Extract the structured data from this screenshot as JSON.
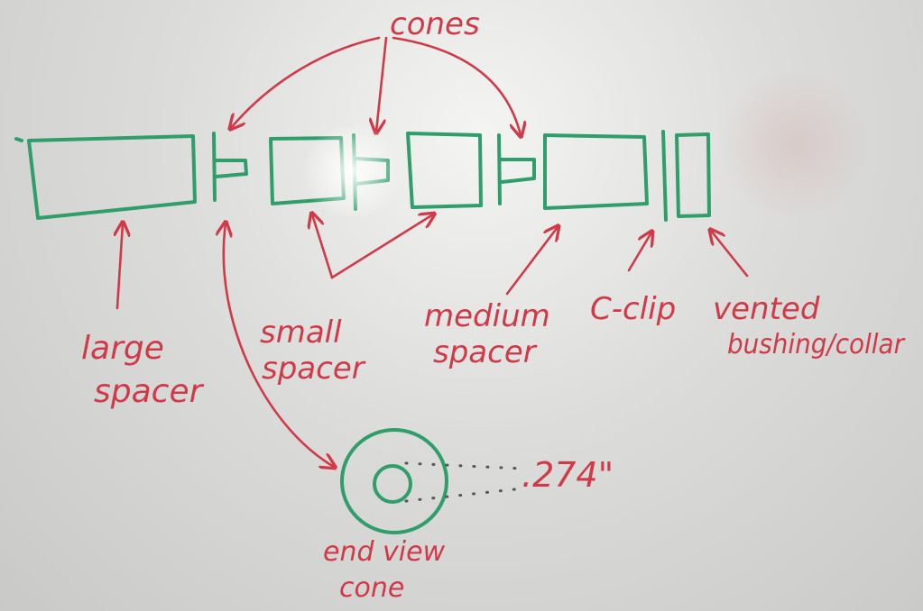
{
  "labels": {
    "cones": "cones",
    "large_spacer_1": "large",
    "large_spacer_2": "spacer",
    "small_spacer_1": "small",
    "small_spacer_2": "spacer",
    "medium_spacer_1": "medium",
    "medium_spacer_2": "spacer",
    "c_clip": "C-clip",
    "vented_1": "vented",
    "vented_2": "bushing/collar",
    "end_view_1": "end view",
    "end_view_2": "cone",
    "measurement": ".274\""
  },
  "colors": {
    "ink_red": "#d03a48",
    "ink_green": "#2f9e6a",
    "board": "#dcdcda"
  }
}
